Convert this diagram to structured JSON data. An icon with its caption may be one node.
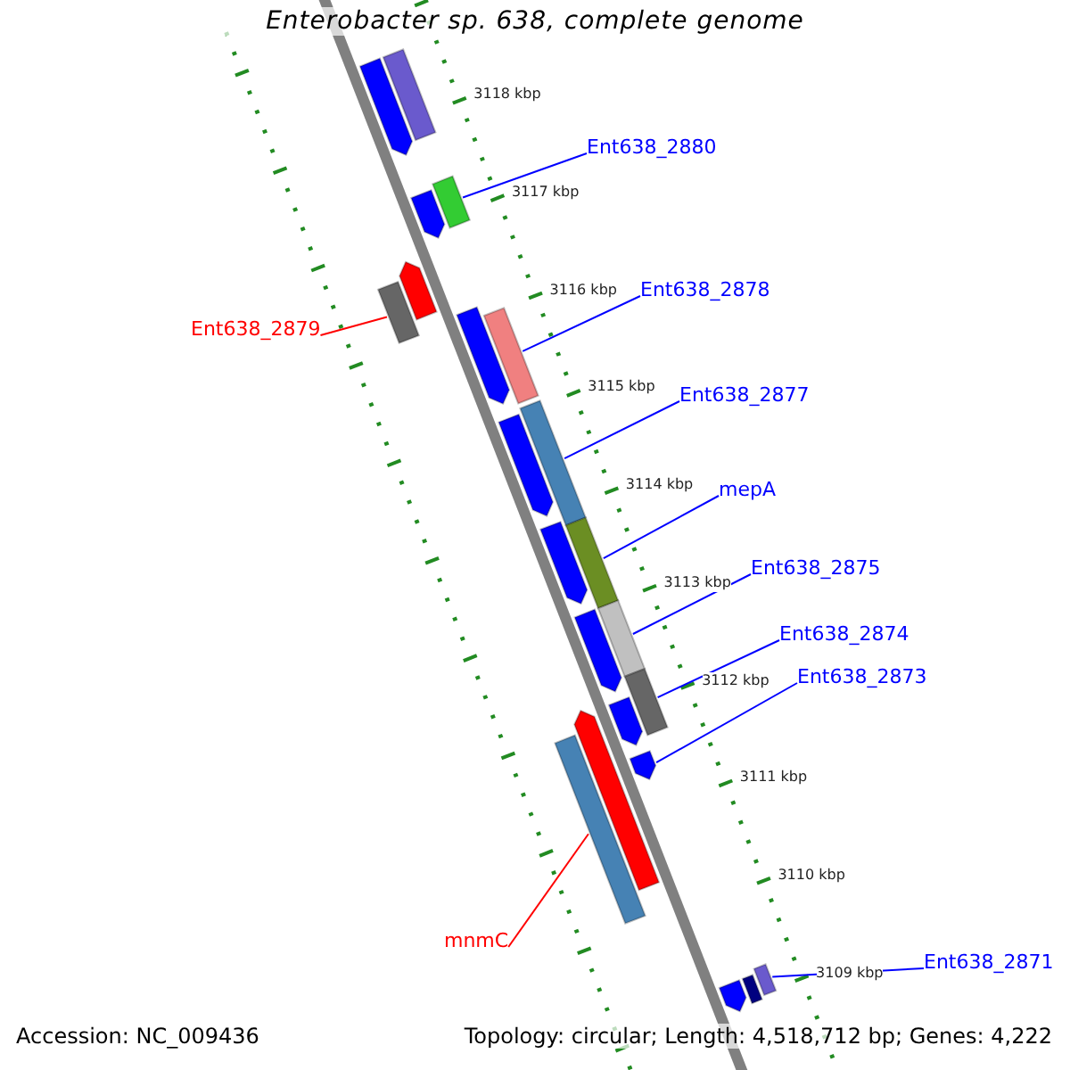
{
  "diagram": {
    "title": "Enterobacter sp. 638, complete genome",
    "nodes": [
      {
        "text": [
          "Ent638_2880"
        ]
      },
      {
        "text": [
          "Ent638_2878"
        ]
      },
      {
        "text": [
          "Ent638_2879"
        ]
      },
      {
        "text": [
          "Ent638_2877"
        ]
      },
      {
        "text": [
          "mepA"
        ]
      },
      {
        "text": [
          "Ent638_2875"
        ]
      },
      {
        "text": [
          "Ent638_2874"
        ]
      },
      {
        "text": [
          "Ent638_2873"
        ]
      },
      {
        "text": [
          "mnmC"
        ]
      },
      {
        "text": [
          "Ent638_2871"
        ]
      },
      {
        "text": [],
        "shape": "bar"
      },
      {
        "text": [],
        "shape": "bar"
      },
      {
        "text": [],
        "shape": "bar"
      },
      {
        "text": [],
        "shape": "bar"
      },
      {
        "text": [],
        "shape": "bar"
      },
      {
        "text": [],
        "shape": "bar"
      },
      {
        "text": [],
        "shape": "bar"
      },
      {
        "text": [],
        "shape": "bar"
      },
      {
        "text": [],
        "shape": "bar"
      },
      {
        "text": [],
        "shape": "bar"
      },
      {
        "text": [],
        "shape": "bar"
      },
      {
        "text": [],
        "shape": "bar"
      },
      {
        "text": [],
        "shape": "bar"
      },
      {
        "text": [],
        "shape": "bar"
      },
      {
        "text": [],
        "shape": "bar"
      },
      {
        "text": [],
        "shape": "bar"
      },
      {
        "text": [],
        "shape": "bar"
      },
      {
        "text": [],
        "shape": "bar"
      },
      {
        "text": [],
        "shape": "bar"
      },
      {
        "text": [],
        "shape": "bar"
      },
      {
        "text": [],
        "shape": "bar"
      },
      {
        "text": [],
        "shape": "bar"
      }
    ],
    "edges": [
      {
        "from": 0,
        "to": 12,
        "arrow": "none"
      },
      {
        "from": 1,
        "to": 17,
        "arrow": "none"
      },
      {
        "from": 2,
        "to": 15,
        "arrow": "none",
        "color": "#ff0000"
      },
      {
        "from": 3,
        "to": 18,
        "arrow": "none"
      },
      {
        "from": 4,
        "to": 21,
        "arrow": "none"
      },
      {
        "from": 5,
        "to": 23,
        "arrow": "none"
      },
      {
        "from": 6,
        "to": 24,
        "arrow": "none"
      },
      {
        "from": 7,
        "to": 28,
        "arrow": "none"
      },
      {
        "from": 8,
        "to": 27,
        "arrow": "none",
        "color": "#ff0000"
      },
      {
        "from": 9,
        "to": 31,
        "arrow": "none"
      }
    ],
    "labels": [
      "3118 kbp",
      "3117 kbp",
      "3116 kbp",
      "3115 kbp",
      "3114 kbp",
      "3113 kbp",
      "3112 kbp",
      "3111 kbp",
      "3110 kbp",
      "3109 kbp",
      "Accession: NC_009436",
      "Topology: circular; Length: 4,518,712 bp; Genes: 4,222"
    ]
  }
}
